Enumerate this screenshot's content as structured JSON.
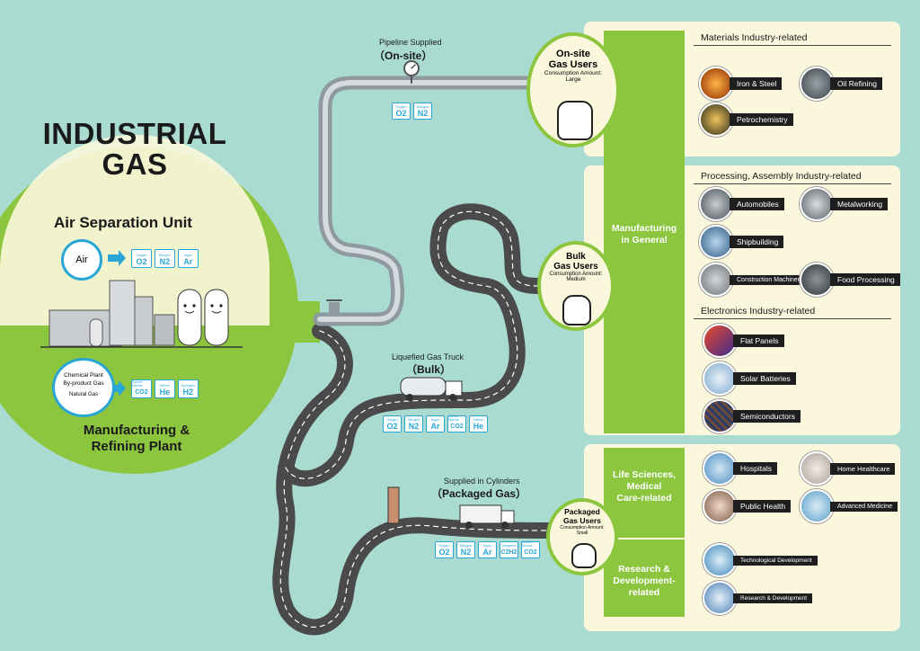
{
  "title": {
    "line1": "INDUSTRIAL",
    "line2": "GAS"
  },
  "left": {
    "asu_title": "Air Separation Unit",
    "air_label": "Air",
    "air_gases": [
      {
        "name": "Oxygen",
        "symbol": "O2"
      },
      {
        "name": "Nitrogen",
        "symbol": "N2"
      },
      {
        "name": "Argon",
        "symbol": "Ar"
      }
    ],
    "plant_source_1": "Chemical Plant",
    "plant_source_2": "By-product Gas",
    "plant_source_3": "Natural Gas",
    "plant_gases": [
      {
        "name": "Carbon Dioxide",
        "symbol": "CO2"
      },
      {
        "name": "Helium",
        "symbol": "He"
      },
      {
        "name": "Hydrogen",
        "symbol": "H2"
      }
    ],
    "plant_title_1": "Manufacturing &",
    "plant_title_2": "Refining Plant"
  },
  "routes": {
    "onsite": {
      "caption": "Pipeline Supplied",
      "name": "（On-site）",
      "gases": [
        {
          "name": "Oxygen",
          "symbol": "O2"
        },
        {
          "name": "Nitrogen",
          "symbol": "N2"
        }
      ]
    },
    "bulk": {
      "caption": "Liquefied Gas Truck",
      "name": "（Bulk）",
      "gases": [
        {
          "name": "Oxygen",
          "symbol": "O2"
        },
        {
          "name": "Nitrogen",
          "symbol": "N2"
        },
        {
          "name": "Argon",
          "symbol": "Ar"
        },
        {
          "name": "Carbon Dioxide",
          "symbol": "CO2"
        },
        {
          "name": "Helium",
          "symbol": "He"
        }
      ]
    },
    "packaged": {
      "caption": "Supplied in Cylinders",
      "name": "（Packaged Gas）",
      "gases": [
        {
          "name": "Oxygen",
          "symbol": "O2"
        },
        {
          "name": "Nitrogen",
          "symbol": "N2"
        },
        {
          "name": "Argon",
          "symbol": "Ar"
        },
        {
          "name": "Acetylene",
          "symbol": "C2H2"
        },
        {
          "name": "Carbon Dioxide",
          "symbol": "CO2"
        }
      ]
    }
  },
  "users": {
    "onsite": {
      "t1": "On-site",
      "t2": "Gas Users",
      "c1": "Consumption Amount:",
      "c2": "Large"
    },
    "bulk": {
      "t1": "Bulk",
      "t2": "Gas Users",
      "c1": "Consumption Amount:",
      "c2": "Medium"
    },
    "packaged": {
      "t1": "Packaged",
      "t2": "Gas Users",
      "c1": "Consumption Amount:",
      "c2": "Small"
    }
  },
  "categories": {
    "manufacturing_1": "Manufacturing",
    "manufacturing_2": "in General",
    "life_1": "Life Sciences,",
    "life_2": "Medical",
    "life_3": "Care-related",
    "rnd_1": "Research &",
    "rnd_2": "Development-",
    "rnd_3": "related"
  },
  "sections": {
    "materials": {
      "heading": "Materials Industry-related",
      "items": [
        "Iron & Steel",
        "Oil Refining",
        "Petrochemistry"
      ]
    },
    "processing": {
      "heading": "Processing, Assembly Industry-related",
      "items": [
        "Automobiles",
        "Metalworking",
        "Shipbuilding",
        "Construction Machinery",
        "Food Processing"
      ]
    },
    "electronics": {
      "heading": "Electronics Industry-related",
      "items": [
        "Flat Panels",
        "Solar Batteries",
        "Semiconductors"
      ]
    },
    "life": {
      "items": [
        "Hospitals",
        "Home Healthcare",
        "Public Health",
        "Advanced Medicine"
      ]
    },
    "rnd": {
      "items": [
        "Technological Development",
        "Research & Development"
      ]
    }
  },
  "colors": {
    "background": "#a9dbd0",
    "green": "#8cc63f",
    "cream": "#fbf7dc",
    "gas_blue": "#2aa6d6"
  }
}
